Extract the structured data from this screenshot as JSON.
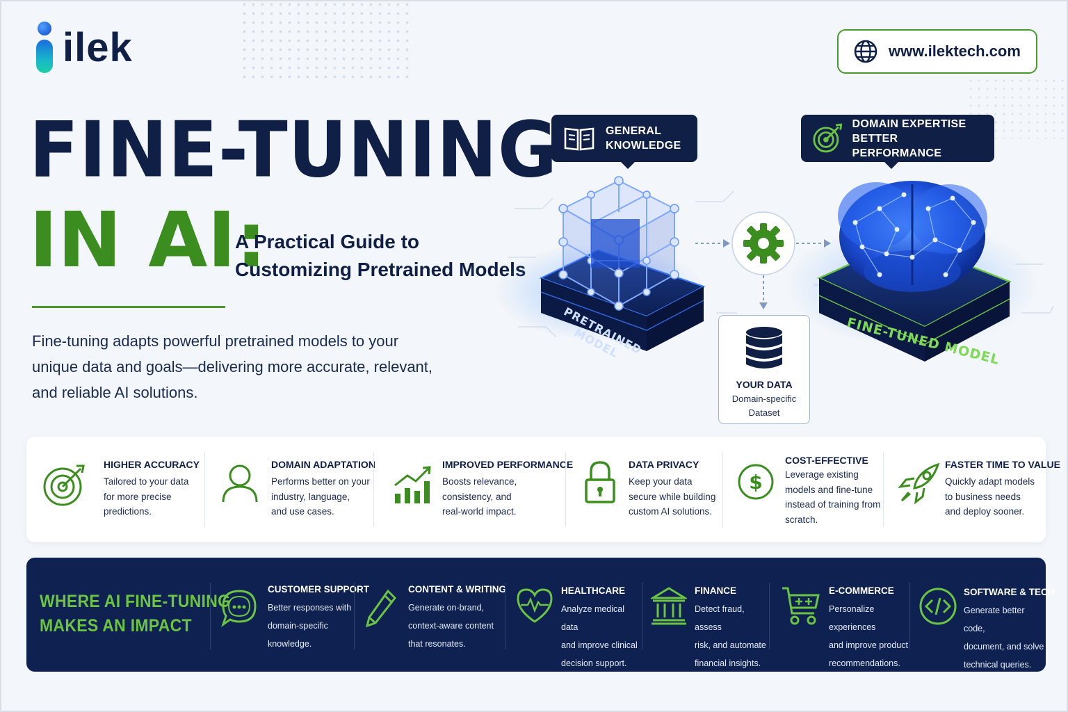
{
  "brand": {
    "name": "ilek",
    "url": "www.ilektech.com"
  },
  "title": {
    "line1": "FINE-TUNING",
    "line2": "IN AI:",
    "subtitle_line1": "A Practical Guide to",
    "subtitle_line2": "Customizing Pretrained Models"
  },
  "intro": "Fine-tuning adapts powerful pretrained models to your unique data and goals—delivering more accurate, relevant, and reliable AI solutions.",
  "diagram": {
    "callout_left": {
      "line1": "GENERAL",
      "line2": "KNOWLEDGE",
      "icon": "book-icon"
    },
    "callout_right": {
      "line1": "DOMAIN EXPERTISE",
      "line2": "BETTER PERFORMANCE",
      "icon": "target-icon"
    },
    "pretrained_label_line1": "PRETRAINED",
    "pretrained_label_line2": "MODEL",
    "finetuned_label": "FINE-TUNED MODEL",
    "your_data": {
      "title": "YOUR DATA",
      "line1": "Domain-specific",
      "line2": "Dataset",
      "icon": "database-icon"
    },
    "process_icon": "gear-icon"
  },
  "features": [
    {
      "title": "HIGHER ACCURACY",
      "lines": [
        "Tailored to your data",
        "for more precise",
        "predictions."
      ],
      "icon": "target-icon"
    },
    {
      "title": "DOMAIN ADAPTATION",
      "lines": [
        "Performs better on your",
        "industry, language,",
        "and use cases."
      ],
      "icon": "user-icon"
    },
    {
      "title": "IMPROVED PERFORMANCE",
      "lines": [
        "Boosts relevance,",
        "consistency, and",
        "real-world impact."
      ],
      "icon": "growth-chart-icon"
    },
    {
      "title": "DATA PRIVACY",
      "lines": [
        "Keep your data",
        "secure while building",
        "custom AI solutions."
      ],
      "icon": "lock-icon"
    },
    {
      "title": "COST-EFFECTIVE",
      "lines": [
        "Leverage existing",
        "models and fine-tune",
        "instead of training from",
        "scratch."
      ],
      "icon": "dollar-icon"
    },
    {
      "title": "FASTER TIME TO VALUE",
      "lines": [
        "Quickly adapt models",
        "to business needs",
        "and deploy sooner."
      ],
      "icon": "rocket-icon"
    }
  ],
  "impact": {
    "title_line1": "WHERE AI FINE-TUNING",
    "title_line2": "MAKES AN IMPACT",
    "items": [
      {
        "title": "CUSTOMER SUPPORT",
        "lines": [
          "Better responses with",
          "domain-specific",
          "knowledge."
        ],
        "icon": "chat-icon"
      },
      {
        "title": "CONTENT & WRITING",
        "lines": [
          "Generate on-brand,",
          "context-aware content",
          "that resonates."
        ],
        "icon": "pencil-icon"
      },
      {
        "title": "HEALTHCARE",
        "lines": [
          "Analyze medical data",
          "and improve clinical",
          "decision support."
        ],
        "icon": "heart-pulse-icon"
      },
      {
        "title": "FINANCE",
        "lines": [
          "Detect fraud, assess",
          "risk, and automate",
          "financial insights."
        ],
        "icon": "bank-icon"
      },
      {
        "title": "E-COMMERCE",
        "lines": [
          "Personalize experiences",
          "and improve product",
          "recommendations."
        ],
        "icon": "cart-icon"
      },
      {
        "title": "SOFTWARE & TECH",
        "lines": [
          "Generate better code,",
          "document, and solve",
          "technical queries."
        ],
        "icon": "code-icon"
      }
    ]
  },
  "colors": {
    "navy": "#0f1f45",
    "green": "#3c8d1f",
    "light_green": "#6cc444",
    "blue": "#1a5cff"
  }
}
